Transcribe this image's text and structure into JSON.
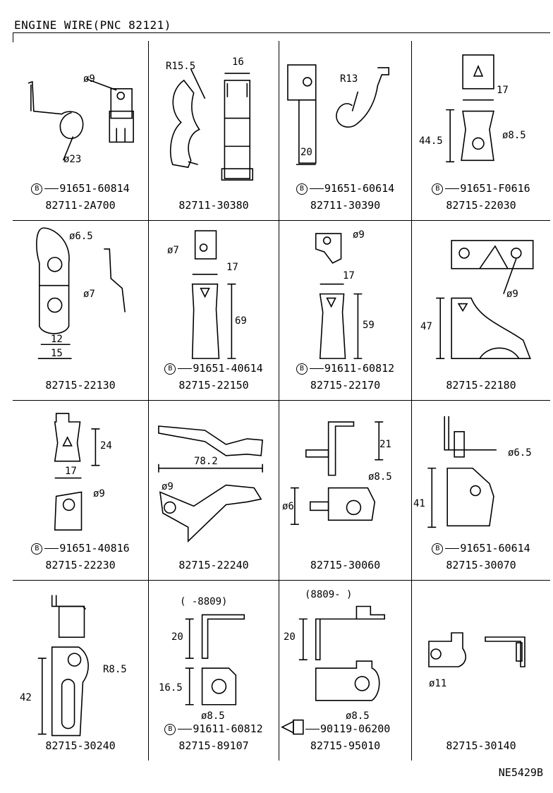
{
  "header": {
    "title": "ENGINE WIRE(PNC 82121)",
    "drawing_code": "NE5429B"
  },
  "parts": [
    {
      "clip_no": "91651-60814",
      "part_no": "82711-2A700",
      "dims": [
        "ø9",
        "ø23"
      ]
    },
    {
      "clip_no": "",
      "part_no": "82711-30380",
      "dims": [
        "R15.5",
        "16"
      ]
    },
    {
      "clip_no": "91651-60614",
      "part_no": "82711-30390",
      "dims": [
        "R13",
        "20"
      ]
    },
    {
      "clip_no": "91651-F0616",
      "part_no": "82715-22030",
      "dims": [
        "17",
        "44.5",
        "ø8.5"
      ]
    },
    {
      "clip_no": "",
      "part_no": "82715-22130",
      "dims": [
        "ø6.5",
        "ø7",
        "12",
        "15"
      ]
    },
    {
      "clip_no": "91651-40614",
      "part_no": "82715-22150",
      "dims": [
        "ø7",
        "17",
        "69"
      ]
    },
    {
      "clip_no": "91611-60812",
      "part_no": "82715-22170",
      "dims": [
        "ø9",
        "17",
        "59"
      ]
    },
    {
      "clip_no": "",
      "part_no": "82715-22180",
      "dims": [
        "ø9",
        "47"
      ]
    },
    {
      "clip_no": "91651-40816",
      "part_no": "82715-22230",
      "dims": [
        "24",
        "17",
        "ø9"
      ]
    },
    {
      "clip_no": "",
      "part_no": "82715-22240",
      "dims": [
        "78.2",
        "ø9"
      ]
    },
    {
      "clip_no": "",
      "part_no": "82715-30060",
      "dims": [
        "21",
        "ø8.5",
        "ø6"
      ]
    },
    {
      "clip_no": "91651-60614",
      "part_no": "82715-30070",
      "dims": [
        "ø6.5",
        "41"
      ]
    },
    {
      "clip_no": "",
      "part_no": "82715-30240",
      "dims": [
        "R8.5",
        "42"
      ]
    },
    {
      "clip_no": "91611-60812",
      "part_no": "82715-89107",
      "dims": [
        "20",
        "16.5",
        "ø8.5"
      ],
      "range": "(       -8809)"
    },
    {
      "clip_no": "90119-06200",
      "part_no": "82715-95010",
      "dims": [
        "20",
        "ø8.5"
      ],
      "range": "(8809-       )"
    },
    {
      "clip_no": "",
      "part_no": "82715-30140",
      "dims": [
        "ø11"
      ]
    }
  ],
  "bolt_symbol": "B"
}
